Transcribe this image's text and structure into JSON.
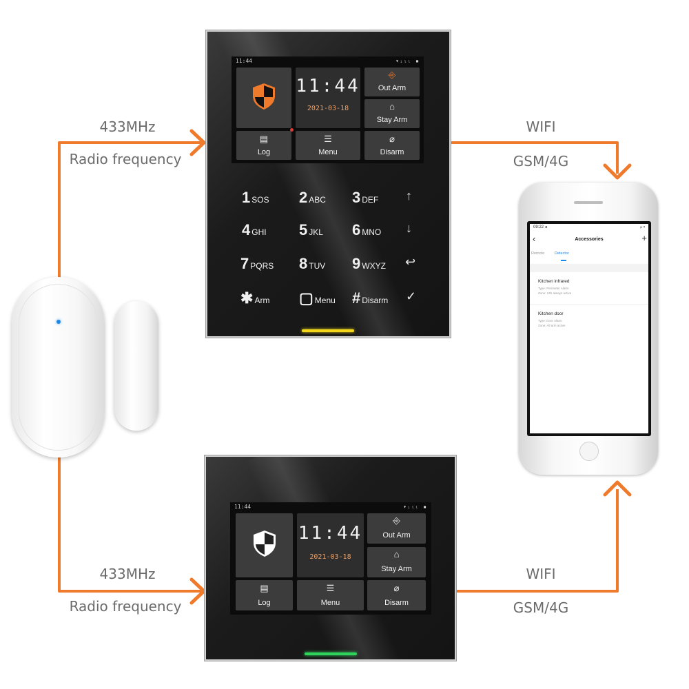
{
  "colors": {
    "arrow": "#f07a2c",
    "shield_orange": "#f07a2c",
    "bar_yellow": "#f3d51b",
    "bar_green": "#2fd25a",
    "date_orange": "#e8a06a",
    "sensor_led": "#1e88e5"
  },
  "links": {
    "top_left": {
      "freq": "433MHz",
      "label": "Radio frequency"
    },
    "top_right": {
      "line1": "WIFI",
      "line2": "GSM/4G"
    },
    "bottom_left": {
      "freq": "433MHz",
      "label": "Radio frequency"
    },
    "bottom_right": {
      "line1": "WIFI",
      "line2": "GSM/4G"
    }
  },
  "panel_keypad": {
    "status_time": "11:44",
    "status_icons": "▾ᵢₗₗ ▪",
    "clock": "11:44",
    "date": "2021-03-18",
    "tiles": {
      "out_arm": "Out Arm",
      "stay_arm": "Stay Arm",
      "log": "Log",
      "menu": "Menu",
      "disarm": "Disarm"
    },
    "icons": {
      "out_arm": "⎆",
      "stay_arm": "⌂",
      "log": "▤",
      "menu": "☰",
      "disarm": "⌀"
    },
    "keys": [
      {
        "digit": "1",
        "sub": "SOS"
      },
      {
        "digit": "2",
        "sub": "ABC"
      },
      {
        "digit": "3",
        "sub": "DEF"
      },
      {
        "digit": "4",
        "sub": "GHI"
      },
      {
        "digit": "5",
        "sub": "JKL"
      },
      {
        "digit": "6",
        "sub": "MNO"
      },
      {
        "digit": "7",
        "sub": "PQRS"
      },
      {
        "digit": "8",
        "sub": "TUV"
      },
      {
        "digit": "9",
        "sub": "WXYZ"
      },
      {
        "digit": "✱",
        "sub": "Arm"
      },
      {
        "digit": "▢",
        "sub": "Menu"
      },
      {
        "digit": "#",
        "sub": "Disarm"
      }
    ],
    "nav_icons": {
      "up": "↑",
      "down": "↓",
      "back": "↩",
      "ok": "✓"
    }
  },
  "panel_touch": {
    "status_time": "11:44",
    "status_icons": "▾ᵢₗₗ ▪",
    "clock": "11:44",
    "date": "2021-03-18",
    "tiles": {
      "out_arm": "Out Arm",
      "stay_arm": "Stay Arm",
      "log": "Log",
      "menu": "Menu",
      "disarm": "Disarm"
    },
    "icons": {
      "out_arm": "⎆",
      "stay_arm": "⌂",
      "log": "▤",
      "menu": "☰",
      "disarm": "⌀"
    }
  },
  "phone_app": {
    "status_time": "09:22 ◂",
    "status_icons": "ᵢₗₗ ▪",
    "title": "Accessories",
    "back": "‹",
    "add": "+",
    "tabs": [
      "Remote",
      "Detector"
    ],
    "active_tab": "Detector",
    "items": [
      {
        "name": "Kitchen infrared",
        "type": "Type:  Perimeter Alarm",
        "zone": "Zone:  24h always active"
      },
      {
        "name": "Kitchen door",
        "type": "Type:  Door Alarm",
        "zone": "Zone:  All arm active"
      }
    ]
  }
}
